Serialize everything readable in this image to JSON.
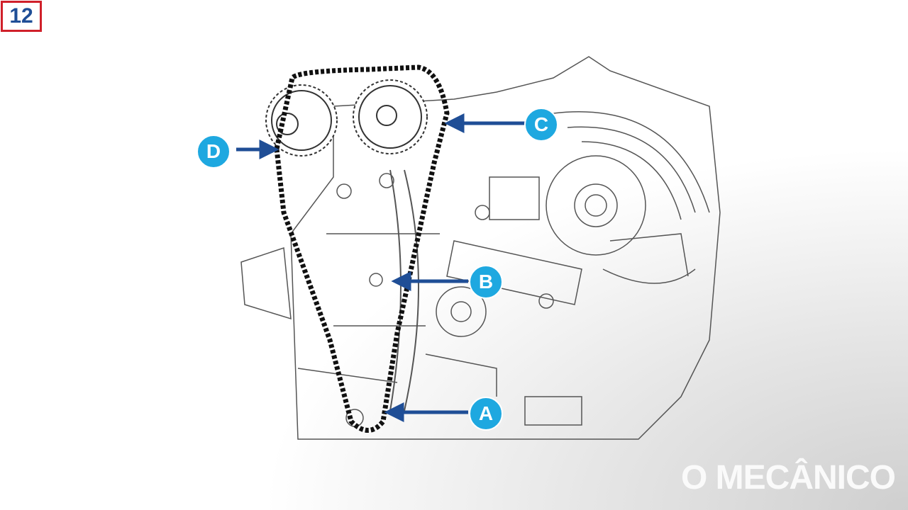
{
  "step_number": "12",
  "callouts": {
    "a": "A",
    "b": "B",
    "c": "C",
    "d": "D"
  },
  "watermark": "O MECÂNICO",
  "colors": {
    "callout": "#1ea8e0",
    "arrow": "#1f4e96",
    "badge_border": "#d0202a",
    "badge_text": "#1f4e96"
  }
}
